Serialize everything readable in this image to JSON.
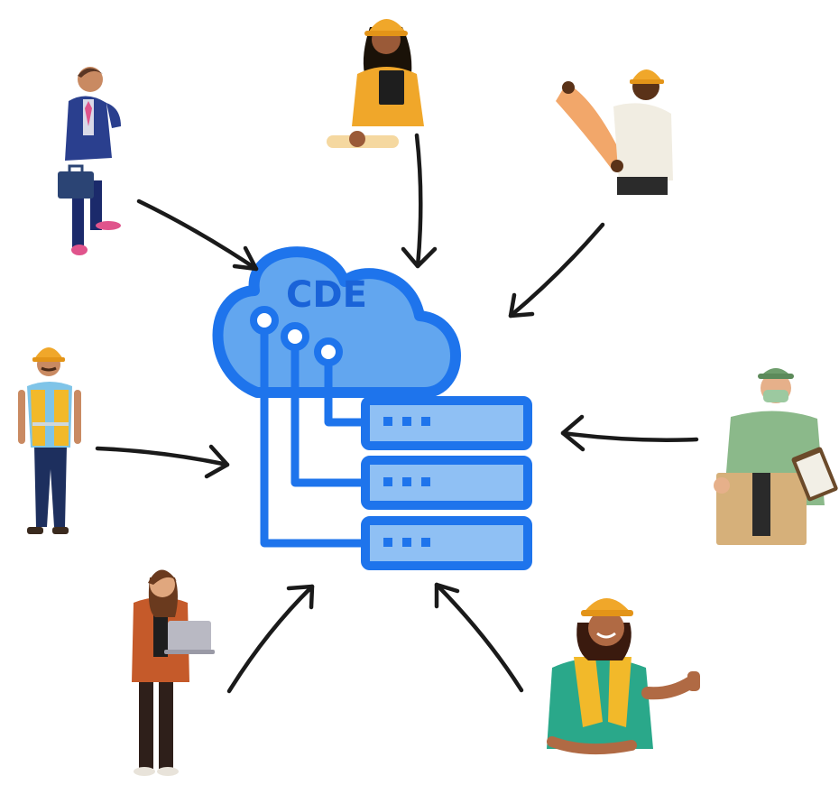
{
  "hub": {
    "label": "CDE",
    "components": [
      "cloud-icon",
      "server-rack-icon"
    ],
    "server_units": 3,
    "colors": {
      "stroke": "#1e74ec",
      "fill": "#62a6ef",
      "fill_light": "#8fc0f4",
      "label": "#1a63d8"
    }
  },
  "stakeholders": [
    {
      "name": "business-person",
      "icon": "businessman-with-briefcase-icon"
    },
    {
      "name": "engineer-with-clipboard",
      "icon": "woman-hardhat-clipboard-icon"
    },
    {
      "name": "surveyor-with-blueprint",
      "icon": "worker-holding-blueprint-icon"
    },
    {
      "name": "delivery-worker",
      "icon": "masked-worker-with-box-icon"
    },
    {
      "name": "site-worker-thumbs-up",
      "icon": "woman-hardhat-thumbs-up-icon"
    },
    {
      "name": "office-worker-laptop",
      "icon": "woman-with-laptop-icon"
    },
    {
      "name": "construction-worker",
      "icon": "man-hardhat-safety-vest-icon"
    }
  ],
  "connector": {
    "style": "hand-drawn-arrow",
    "direction": "toward-hub",
    "color": "#1a1a1a"
  }
}
